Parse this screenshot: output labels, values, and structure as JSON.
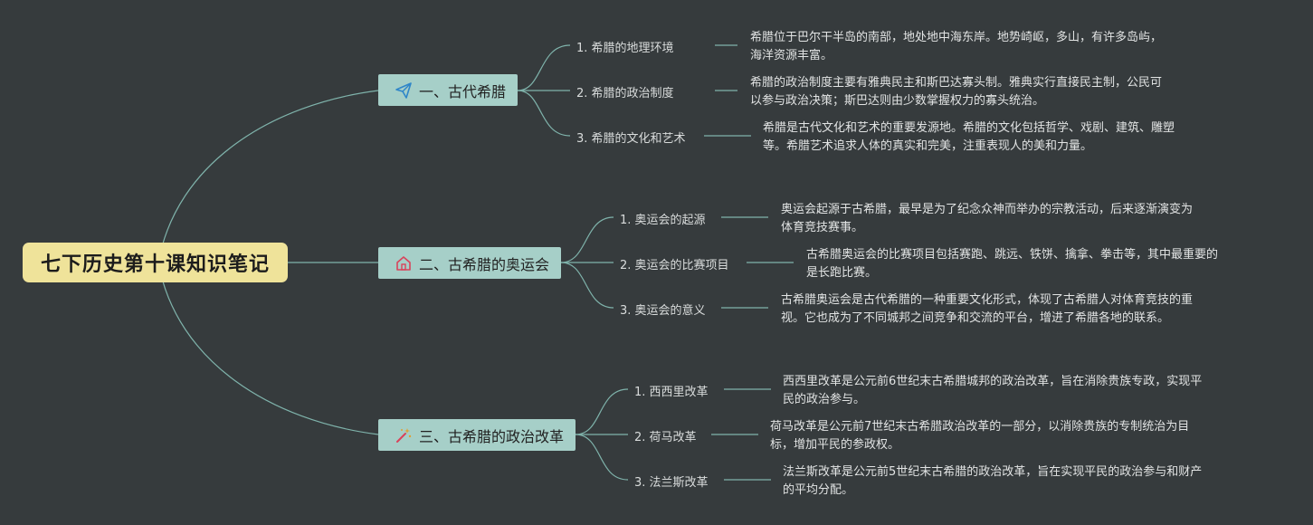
{
  "root": {
    "title": "七下历史第十课知识笔记"
  },
  "branches": [
    {
      "title": "一、古代希腊",
      "icon": "paper-plane-icon",
      "items": [
        {
          "label": "1. 希腊的地理环境",
          "desc": [
            "希腊位于巴尔干半岛的南部，地处地中海东岸。地势崎岖，多山，有许多岛屿，",
            "海洋资源丰富。"
          ]
        },
        {
          "label": "2. 希腊的政治制度",
          "desc": [
            "希腊的政治制度主要有雅典民主和斯巴达寡头制。雅典实行直接民主制，公民可",
            "以参与政治决策；斯巴达则由少数掌握权力的寡头统治。"
          ]
        },
        {
          "label": "3. 希腊的文化和艺术",
          "desc": [
            "希腊是古代文化和艺术的重要发源地。希腊的文化包括哲学、戏剧、建筑、雕塑",
            "等。希腊艺术追求人体的真实和完美，注重表现人的美和力量。"
          ]
        }
      ]
    },
    {
      "title": "二、古希腊的奥运会",
      "icon": "house-icon",
      "items": [
        {
          "label": "1. 奥运会的起源",
          "desc": [
            "奥运会起源于古希腊，最早是为了纪念众神而举办的宗教活动，后来逐渐演变为",
            "体育竞技赛事。"
          ]
        },
        {
          "label": "2. 奥运会的比赛项目",
          "desc": [
            "古希腊奥运会的比赛项目包括赛跑、跳远、铁饼、擒拿、拳击等，其中最重要的",
            "是长跑比赛。"
          ]
        },
        {
          "label": "3. 奥运会的意义",
          "desc": [
            "古希腊奥运会是古代希腊的一种重要文化形式，体现了古希腊人对体育竞技的重",
            "视。它也成为了不同城邦之间竞争和交流的平台，增进了希腊各地的联系。"
          ]
        }
      ]
    },
    {
      "title": "三、古希腊的政治改革",
      "icon": "magic-wand-icon",
      "items": [
        {
          "label": "1. 西西里改革",
          "desc": [
            "西西里改革是公元前6世纪末古希腊城邦的政治改革，旨在消除贵族专政，实现平",
            "民的政治参与。"
          ]
        },
        {
          "label": "2. 荷马改革",
          "desc": [
            "荷马改革是公元前7世纪末古希腊政治改革的一部分，以消除贵族的专制统治为目",
            "标，增加平民的参政权。"
          ]
        },
        {
          "label": "3. 法兰斯改革",
          "desc": [
            "法兰斯改革是公元前5世纪末古希腊的政治改革，旨在实现平民的政治参与和财产",
            "的平均分配。"
          ]
        }
      ]
    }
  ],
  "colors": {
    "background": "#363b3d",
    "root": "#efe39a",
    "branch": "#a6cfc8",
    "line": "#7fb3ab"
  }
}
